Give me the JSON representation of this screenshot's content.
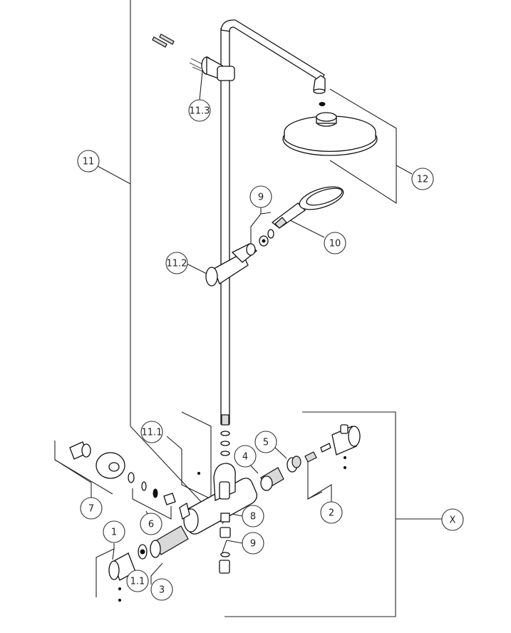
{
  "callouts": {
    "c1": "1",
    "c1_1": "1.1",
    "c2": "2",
    "c3": "3",
    "c4": "4",
    "c5": "5",
    "c6": "6",
    "c7": "7",
    "c8": "8",
    "c9a": "9",
    "c9b": "9",
    "c10": "10",
    "c11": "11",
    "c11_1": "11.1",
    "c11_2": "11.2",
    "c11_3": "11.3",
    "c12": "12",
    "cX": "X"
  }
}
